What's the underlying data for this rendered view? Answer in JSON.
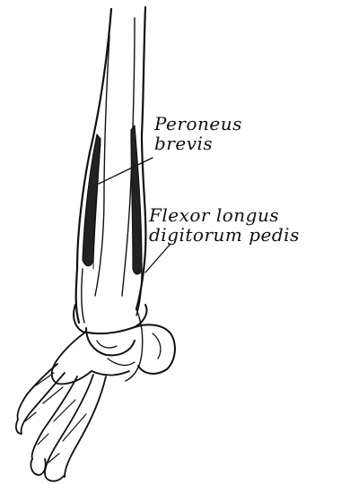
{
  "labels": {
    "peroneus_brevis": {
      "line1": "Peroneus",
      "line2": "brevis"
    },
    "flexor_longus": {
      "line1": "Flexor longus",
      "line2": "digitorum pedis"
    }
  },
  "colors": {
    "ink": "#111111",
    "background": "#ffffff"
  }
}
